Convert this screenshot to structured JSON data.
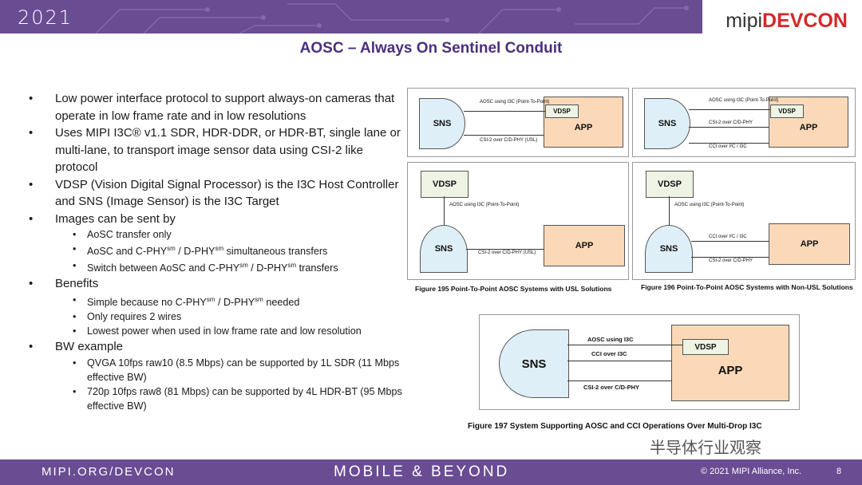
{
  "header": {
    "year": "2021",
    "brand_mipi": "mipi",
    "brand_devcon": "DEVCON"
  },
  "slide": {
    "title": "AOSC – Always On Sentinel Conduit"
  },
  "bullets": [
    {
      "level": 1,
      "text": "Low power interface protocol to support always-on cameras that operate in low frame rate and in low resolutions"
    },
    {
      "level": 1,
      "text": "Uses MIPI I3C® v1.1 SDR, HDR-DDR, or HDR-BT, single lane or multi-lane, to transport image sensor data using CSI-2 like protocol"
    },
    {
      "level": 1,
      "text": "VDSP (Vision Digital Signal Processor) is the I3C Host Controller and SNS (Image Sensor) is the I3C Target"
    },
    {
      "level": 1,
      "text": "Images can be sent by"
    },
    {
      "level": 2,
      "text": "AoSC transfer only"
    },
    {
      "level": 2,
      "text": "AoSC and C-PHY",
      "sup1": "sm",
      "mid": " / D-PHY",
      "sup2": "sm",
      "tail": " simultaneous transfers"
    },
    {
      "level": 2,
      "text": "Switch between AoSC and C-PHY",
      "sup1": "sm",
      "mid": " / D-PHY",
      "sup2": "sm",
      "tail": " transfers"
    },
    {
      "level": 1,
      "text": "Benefits"
    },
    {
      "level": 2,
      "text": "Simple because no C-PHY",
      "sup1": "sm",
      "mid": " / D-PHY",
      "sup2": "sm",
      "tail": " needed"
    },
    {
      "level": 2,
      "text": "Only requires 2 wires"
    },
    {
      "level": 2,
      "text": "Lowest power when used in low frame rate and low resolution"
    },
    {
      "level": 1,
      "text": "BW example"
    },
    {
      "level": 2,
      "text": "QVGA 10fps raw10 (8.5 Mbps) can be supported by 1L SDR (11 Mbps effective BW)"
    },
    {
      "level": 2,
      "text": "720p 10fps raw8 (81 Mbps) can be supported by 4L HDR-BT (95 Mbps effective BW)"
    }
  ],
  "figures": {
    "sns": "SNS",
    "app": "APP",
    "vdsp": "VDSP",
    "aosc_p2p": "AOSC using I3C (Point-To-Point)",
    "csi_usl": "CSI-2 over C/D-PHY (USL)",
    "csi_plain": "CSI-2 over C/D-PHY",
    "cci_i2c": "CCI over I²C / I3C",
    "aosc_i3c": "AOSC using I3C",
    "cci_i3c": "CCI over I3C",
    "cap195": "Figure 195 Point-To-Point AOSC Systems with USL Solutions",
    "cap196": "Figure 196 Point-To-Point AOSC Systems with Non-USL Solutions",
    "cap197": "Figure 197 System Supporting AOSC and CCI Operations Over Multi-Drop I3C"
  },
  "footer": {
    "left": "MIPI.ORG/DEVCON",
    "center": "MOBILE & BEYOND",
    "copyright": "© 2021 MIPI Alliance, Inc.",
    "page": "8"
  },
  "watermark": "半导体行业观察",
  "colors": {
    "brand_purple": "#6a4c93",
    "title_purple": "#4a2f7e",
    "devcon_red": "#d62828",
    "app_fill": "#fbd9b8",
    "sns_fill": "#dfeff7",
    "vdsp_fill": "#eef3e4"
  }
}
